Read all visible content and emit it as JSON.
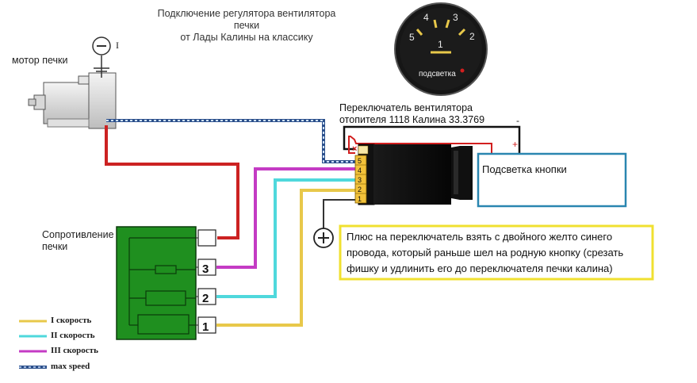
{
  "title": {
    "line1": "Подключение регулятора вентилятора печки",
    "line2": "от Лады Калины на классику"
  },
  "motor_label": "мотор печки",
  "motor_ground_mark": "I",
  "switch_label": {
    "line1": "Переключатель вентилятора",
    "line2": "отопителя 1118 Калина 33.3769"
  },
  "minus_label": "-",
  "plus_label": "+",
  "backlight_box_label": "Подсветка кнопки",
  "resistor_label": {
    "line1": "Сопротивление",
    "line2": "печки"
  },
  "resistor_terminals": [
    "3",
    "2",
    "1"
  ],
  "switch_pins": [
    "5",
    "4",
    "3",
    "2",
    "1"
  ],
  "knob": {
    "numbers": [
      "5",
      "4",
      "1",
      "3",
      "2"
    ],
    "caption": "подсветка"
  },
  "note": "Плюс на переключатель взять с двойного желто синего провода, который раньше шел на родную кнопку (срезать фишку и удлинить его до переключателя печки калина)",
  "legend": [
    {
      "label": "I скорость",
      "color": "#e8c84a"
    },
    {
      "label": "II скорость",
      "color": "#4fd8dc"
    },
    {
      "label": "III скорость",
      "color": "#c43bc4"
    },
    {
      "label": "max speed",
      "color": "#2b4f8a"
    }
  ],
  "colors": {
    "red_wire": "#cc2222",
    "resistor_board": "#1f8f1f",
    "backlight_box_border": "#2a86b0",
    "note_border": "#f0e030"
  }
}
